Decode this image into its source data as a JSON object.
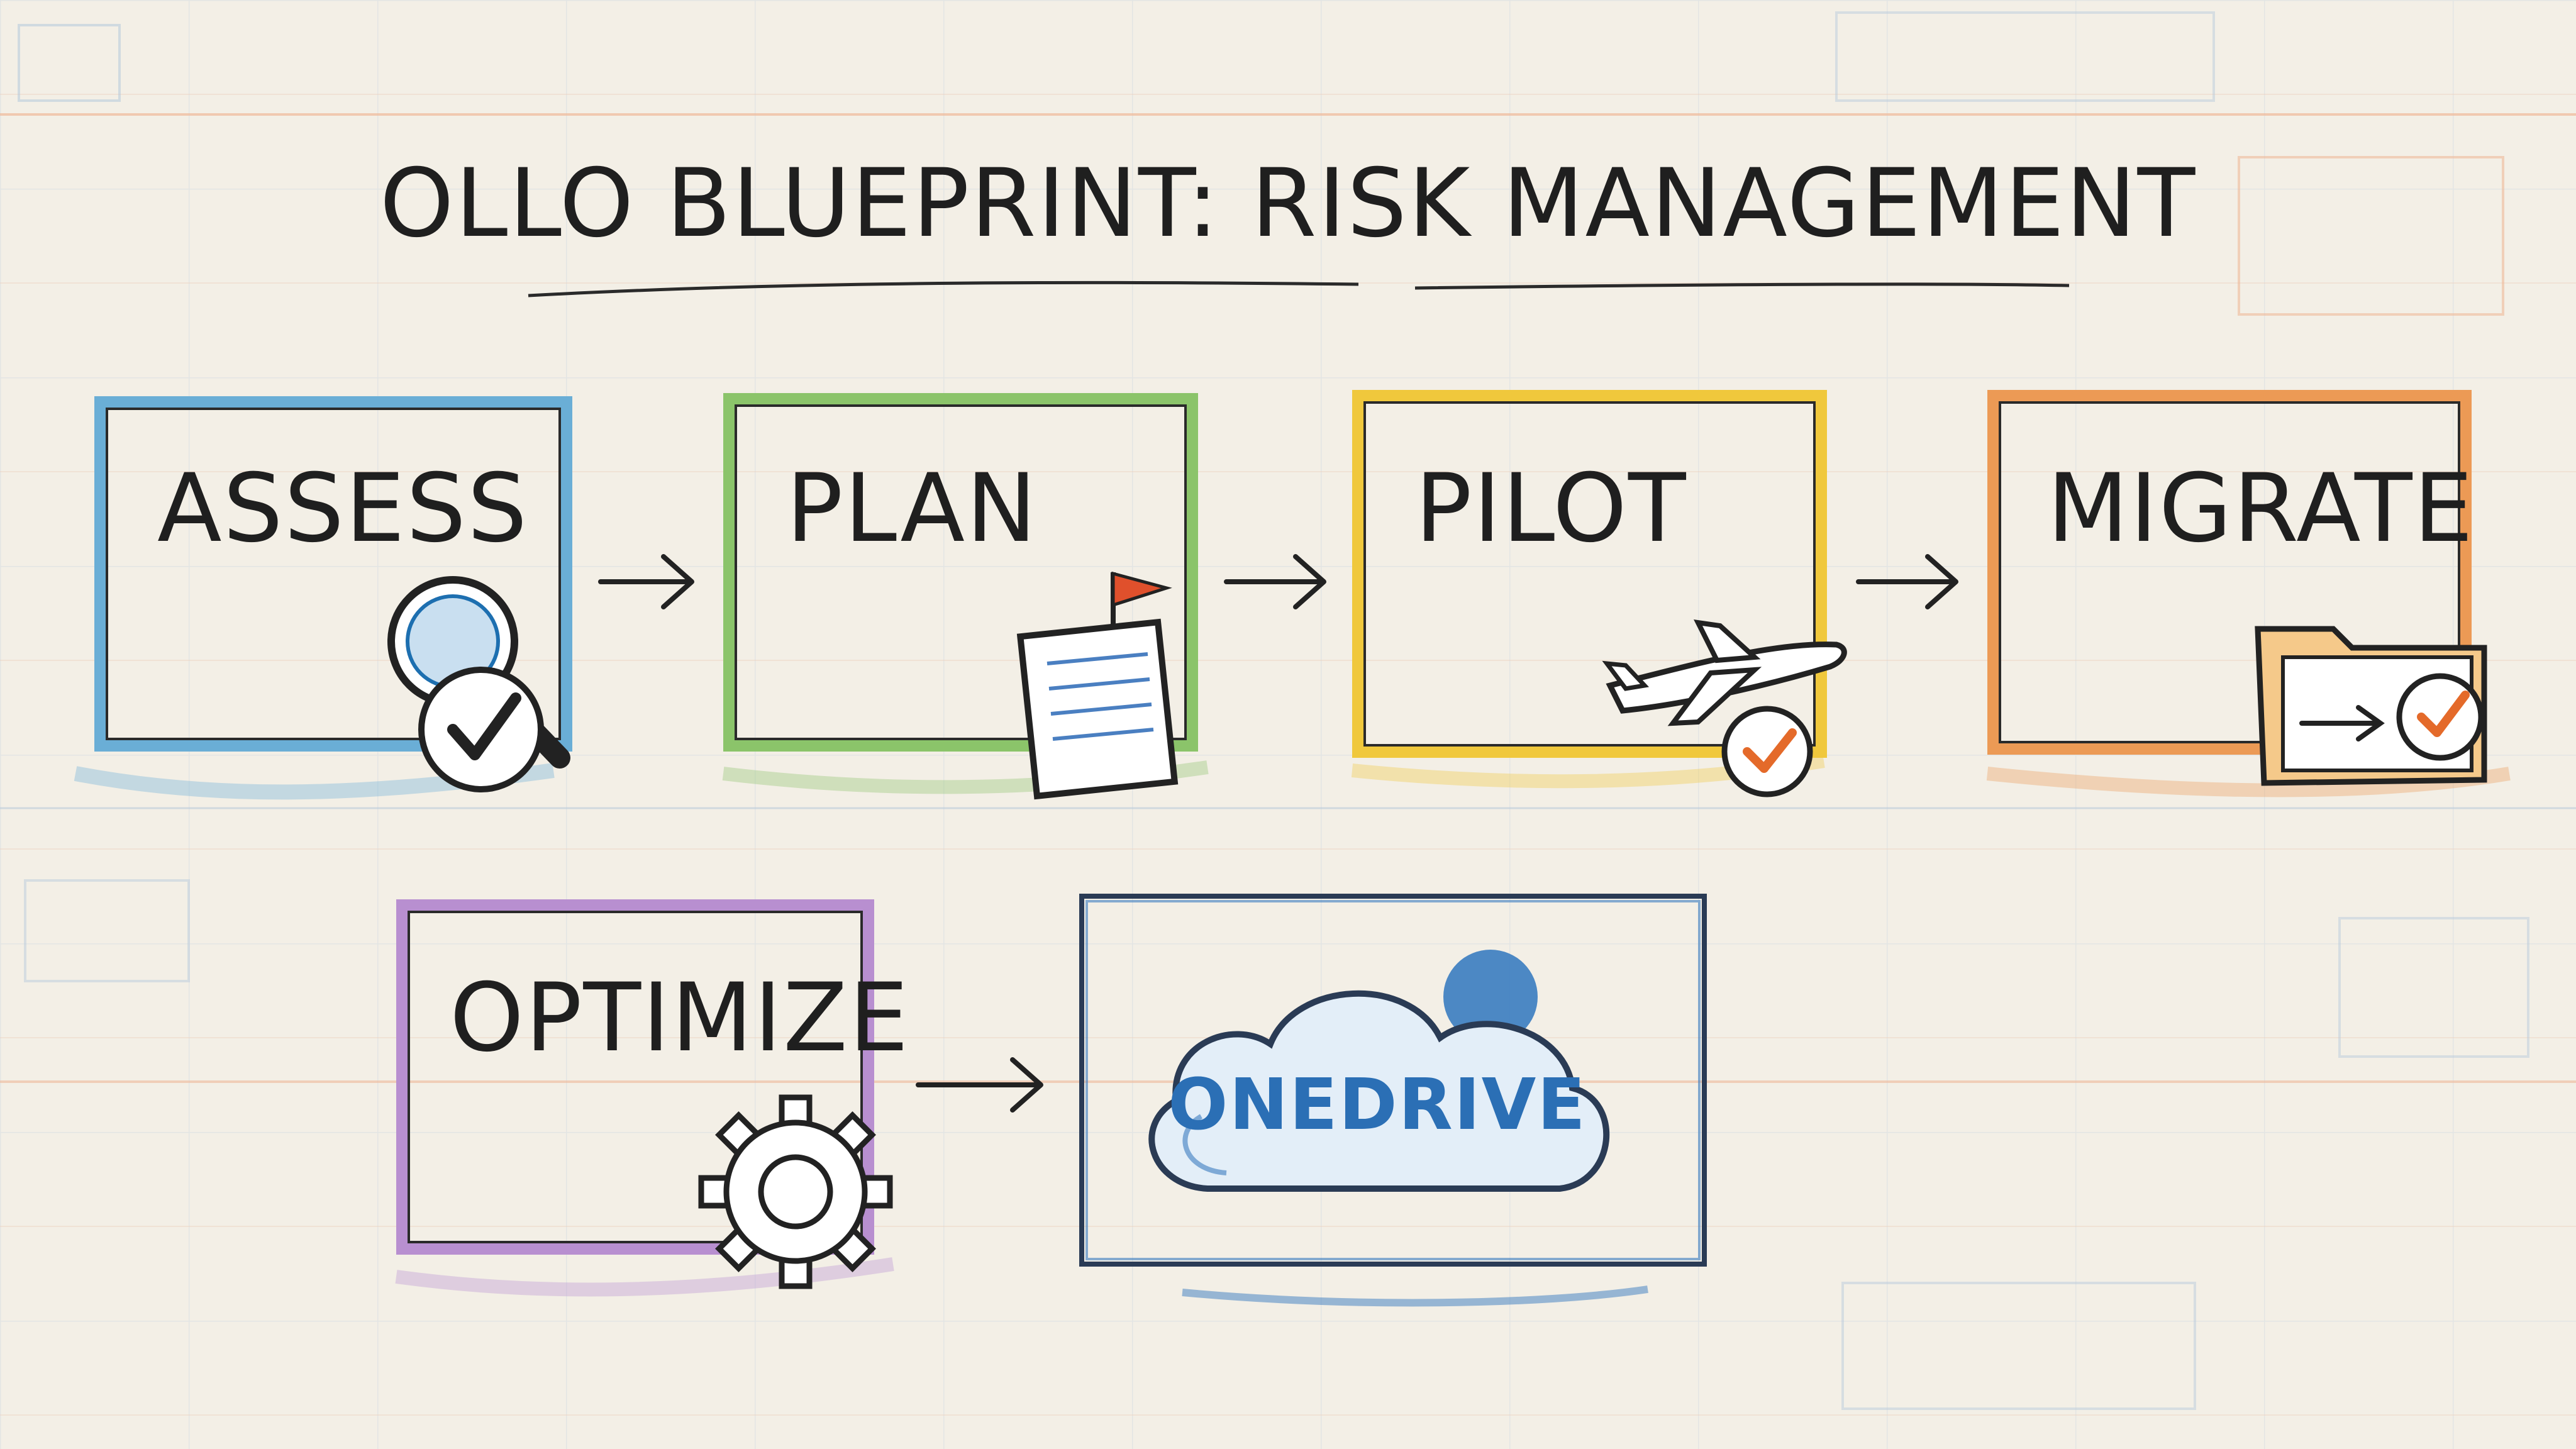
{
  "title": "OLLO BLUEPRINT: RISK MANAGEMENT",
  "steps": [
    {
      "label": "ASSESS",
      "color": "#6aaed6",
      "icon": "magnifier-check-icon"
    },
    {
      "label": "PLAN",
      "color": "#8bc46a",
      "icon": "checklist-flag-icon"
    },
    {
      "label": "PILOT",
      "color": "#f0c83c",
      "icon": "airplane-check-icon"
    },
    {
      "label": "MIGRATE",
      "color": "#ec9a55",
      "icon": "folder-check-icon"
    },
    {
      "label": "OPTIMIZE",
      "color": "#b88fd0",
      "icon": "gear-icon"
    }
  ],
  "destination": {
    "label": "ONEDRIVE",
    "color": "#2b6fb5",
    "icon": "cloud-icon"
  },
  "colors": {
    "ink": "#1f1f1f",
    "paper": "#f3efe6",
    "grid_blue": "#b9cbdc",
    "grid_orange": "#efb99a",
    "check": "#e46a2a",
    "flag": "#e0502c"
  }
}
